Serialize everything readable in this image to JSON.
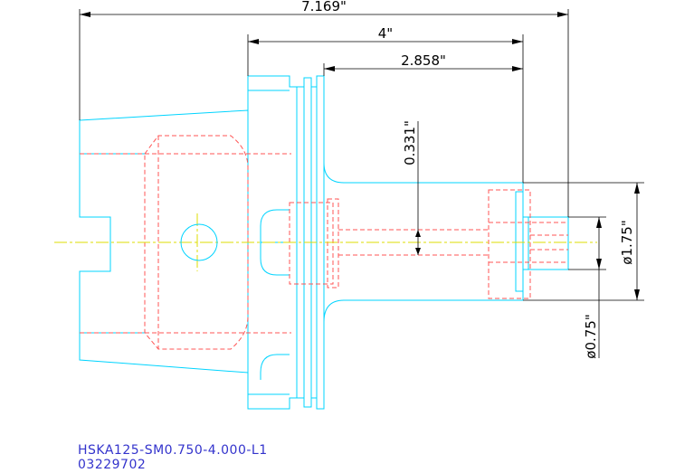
{
  "dimensions": {
    "overall_length": "7.169\"",
    "gauge_length": "4\"",
    "body_length": "2.858\"",
    "bore_depth": "0.331\"",
    "shank_diameter": "ø1.75\"",
    "bore_diameter": "ø0.75\""
  },
  "title_block": {
    "part_number": "HSKA125-SM0.750-4.000-L1",
    "code": "03229702"
  },
  "colors": {
    "outline": "#00d4ff",
    "hidden": "#ff5555",
    "dimension": "#000000",
    "centerline": "#dddd00",
    "caption": "#3333cc"
  }
}
